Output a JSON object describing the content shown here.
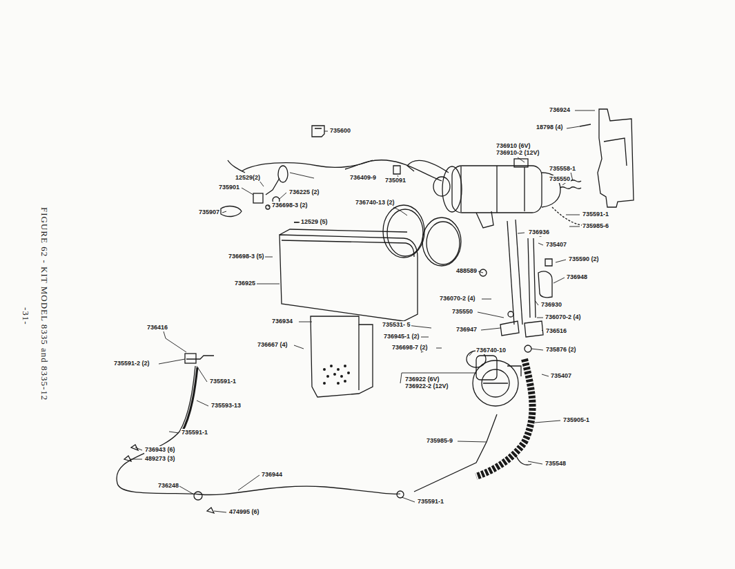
{
  "diagram": {
    "title": "FIGURE 62 - KIT MODEL 8335 and 8335-12",
    "labels": [
      "736924",
      "18798 (4)",
      "735600",
      "736910 (6V)",
      "736910-2 (12V)",
      "12529(2)",
      "736409-9",
      "735091",
      "735558-1",
      "735550",
      "735901",
      "736225 (2)",
      "736698-3 (2)",
      "735907",
      "736740-13 (2)",
      "735591-1",
      "735985-6",
      "12529 (5)",
      "736936",
      "735407",
      "736698-3 (5)",
      "735590 (2)",
      "488589",
      "736925",
      "736948",
      "736930",
      "736070-2 (4)",
      "735550",
      "736070-2 (4)",
      "736934",
      "735531- 5",
      "736947",
      "736516",
      "736416",
      "736667 (4)",
      "736945-1 (2)",
      "736698-7 (2)",
      "736740-10",
      "735591-2 (2)",
      "735876 (2)",
      "736922 (6V)",
      "736922-2 (12V)",
      "735407",
      "735591-1",
      "735593-13",
      "735905-1",
      "735591-1",
      "735985-9",
      "736943 (6)",
      "489273 (3)",
      "735548",
      "736944",
      "736248",
      "735591-1",
      "474995 (6)",
      "-31-"
    ]
  }
}
